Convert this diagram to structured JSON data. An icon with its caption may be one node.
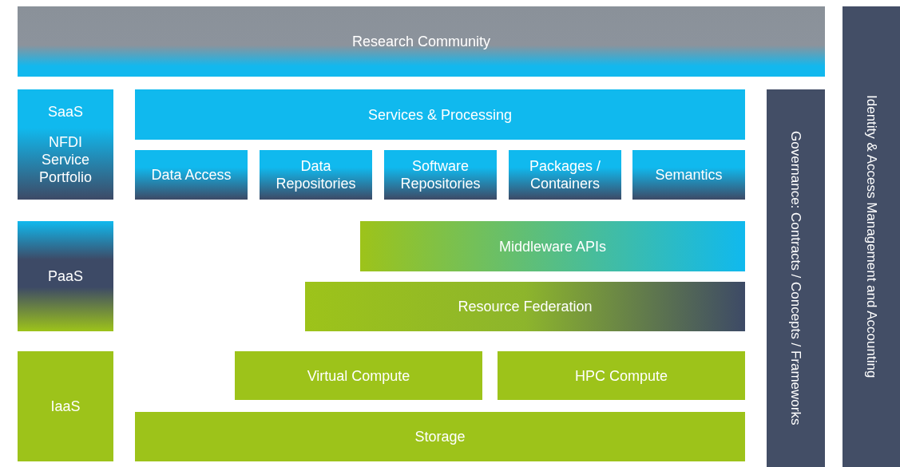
{
  "diagram": {
    "nodes": [
      {
        "text": [
          "Research Community"
        ]
      },
      {
        "text": [
          "SaaS",
          "NFDI Service Portfolio"
        ]
      },
      {
        "text": [
          "Services & Processing"
        ]
      },
      {
        "text": [
          "Data Access"
        ]
      },
      {
        "text": [
          "Data Repositories"
        ]
      },
      {
        "text": [
          "Software Repositories"
        ]
      },
      {
        "text": [
          "Packages / Containers"
        ]
      },
      {
        "text": [
          "Semantics"
        ]
      },
      {
        "text": [
          "PaaS"
        ]
      },
      {
        "text": [
          "Middleware APIs"
        ]
      },
      {
        "text": [
          "Resource Federation"
        ]
      },
      {
        "text": [
          "IaaS"
        ]
      },
      {
        "text": [
          "Virtual Compute"
        ]
      },
      {
        "text": [
          "HPC Compute"
        ]
      },
      {
        "text": [
          "Storage"
        ]
      },
      {
        "text": [
          "Governance: Contracts / Concepts / Frameworks"
        ]
      },
      {
        "text": [
          "Identity & Access Management and Accounting"
        ]
      }
    ]
  }
}
